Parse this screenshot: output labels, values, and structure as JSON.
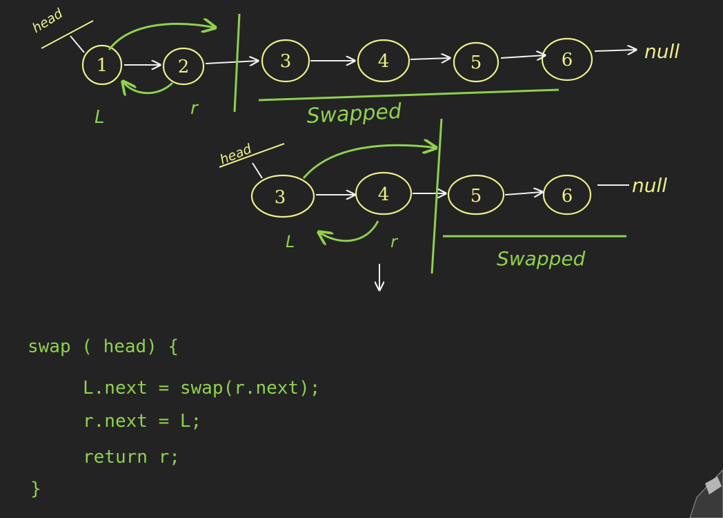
{
  "colors": {
    "background": "#232323",
    "node_stroke": "#eef08a",
    "green": "#8fd14f",
    "white_ink": "#f2f2f2"
  },
  "diagram1": {
    "head_label": "head",
    "nodes": [
      "1",
      "2",
      "3",
      "4",
      "5",
      "6"
    ],
    "null_label": "null",
    "l_label": "L",
    "r_label": "r",
    "swapped_label": "Swapped"
  },
  "diagram2": {
    "head_label": "head",
    "nodes": [
      "3",
      "4",
      "5",
      "6"
    ],
    "null_label": "null",
    "l_label": "L",
    "r_label": "r",
    "swapped_label": "Swapped"
  },
  "code": {
    "line1": "swap ( head) {",
    "line2": "L.next = swap(r.next);",
    "line3": "r.next = L;",
    "line4": "return r;",
    "line5": "}"
  },
  "icons": {
    "corner": "pen-cursor-icon"
  }
}
